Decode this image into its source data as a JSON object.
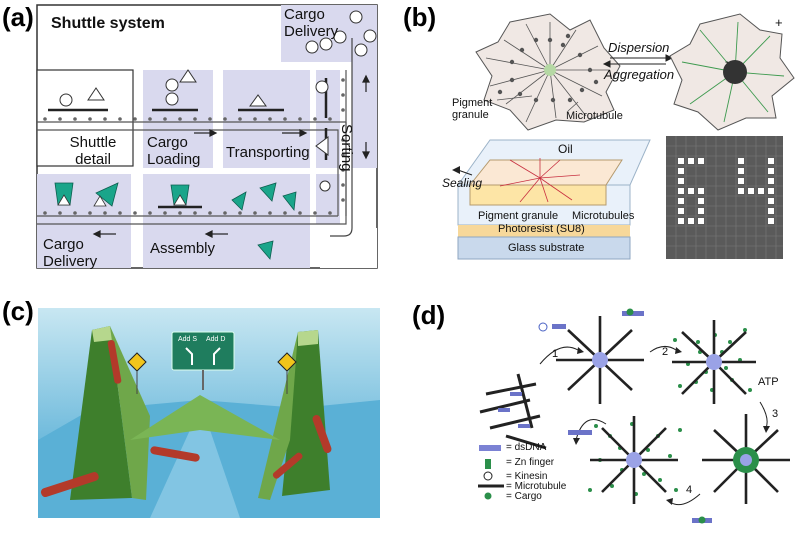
{
  "panel_a": {
    "label": "(a)",
    "title": "Shuttle system",
    "cargo_delivery_top": "Cargo Delivery",
    "shuttle_detail": "Shuttle detail",
    "cargo_loading": "Cargo Loading",
    "transporting": "Transporting",
    "sorting": "Sorting",
    "cargo_delivery_bottom": "Cargo Delivery",
    "assembly": "Assembly",
    "colors": {
      "block": "#d9d9ee",
      "accent": "#1aa58a"
    }
  },
  "panel_b": {
    "label": "(b)",
    "dispersion": "Dispersion",
    "aggregation": "Aggregation",
    "pigment_granule": "Pigment granule",
    "microtubule": "Microtubule",
    "plus": "+",
    "minus": "-",
    "oil": "Oil",
    "sealing": "Sealing",
    "pigment_granule_2": "Pigment granule",
    "microtubules": "Microtubules",
    "photoresist": "Photoresist (SU8)",
    "glass": "Glass substrate"
  },
  "panel_c": {
    "label": "(c)",
    "sign_left": "Add S",
    "sign_right": "Add D"
  },
  "panel_d": {
    "label": "(d)",
    "steps": [
      "1",
      "2",
      "3",
      "4"
    ],
    "atp": "ATP",
    "legend": [
      "= dsDNA",
      "= Zn finger",
      "= Kinesin",
      "= Microtubule",
      "= Cargo"
    ]
  }
}
